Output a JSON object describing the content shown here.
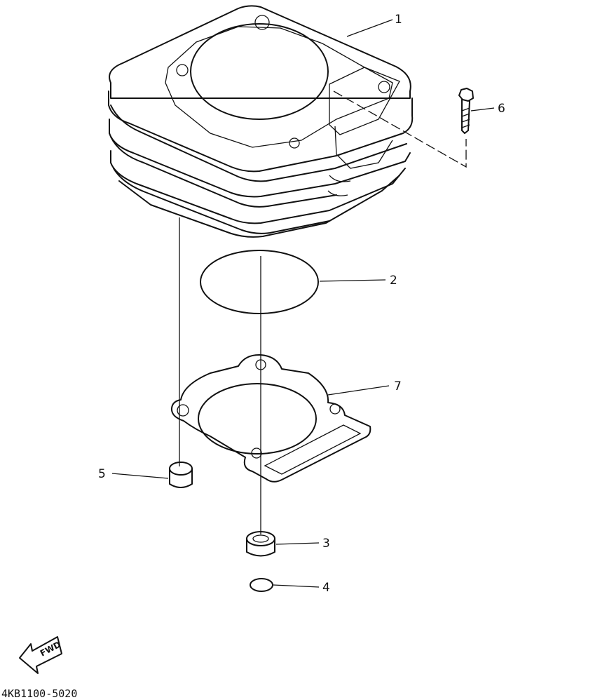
{
  "callouts": [
    {
      "id": "1",
      "label": "1"
    },
    {
      "id": "2",
      "label": "2"
    },
    {
      "id": "3",
      "label": "3"
    },
    {
      "id": "4",
      "label": "4"
    },
    {
      "id": "5",
      "label": "5"
    },
    {
      "id": "6",
      "label": "6"
    },
    {
      "id": "7",
      "label": "7"
    }
  ],
  "fwd_label": "FWD",
  "diagram_code": "4KB1100-5020"
}
